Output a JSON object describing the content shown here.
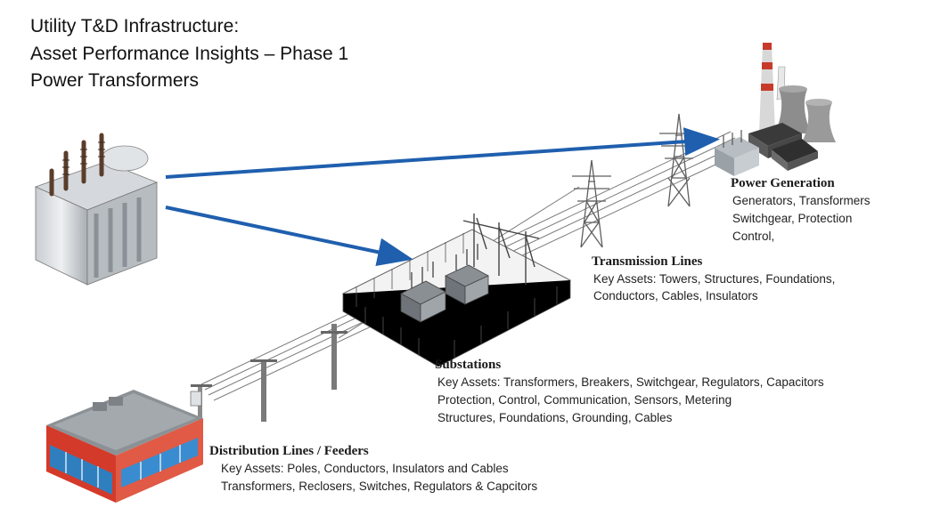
{
  "title": {
    "line1": "Utility T&D Infrastructure:",
    "line2": "Asset Performance Insights – Phase 1",
    "line3": "Power Transformers"
  },
  "sections": {
    "power_generation": {
      "heading": "Power Generation",
      "lines": [
        "Generators, Transformers",
        "Switchgear, Protection",
        "Control,"
      ]
    },
    "transmission": {
      "heading": "Transmission Lines",
      "lines": [
        "Key Assets: Towers, Structures, Foundations,",
        "Conductors, Cables, Insulators"
      ]
    },
    "substations": {
      "heading": "Substations",
      "lines": [
        "Key Assets: Transformers, Breakers, Switchgear, Regulators, Capacitors",
        "Protection, Control, Communication, Sensors, Metering",
        "Structures, Foundations, Grounding, Cables"
      ]
    },
    "distribution": {
      "heading": "Distribution Lines / Feeders",
      "lines": [
        "Key Assets: Poles, Conductors, Insulators and Cables",
        "Transformers, Reclosers, Switches, Regulators & Capcitors"
      ]
    }
  },
  "colors": {
    "arrow": "#1f5fae",
    "steel": "#6f6f6f",
    "building_red": "#d43a2a",
    "window_blue": "#2f7fbf"
  },
  "icons": [
    "power-transformer-icon",
    "power-plant-icon",
    "transmission-tower-icon",
    "substation-icon",
    "utility-pole-icon",
    "store-building-icon"
  ]
}
